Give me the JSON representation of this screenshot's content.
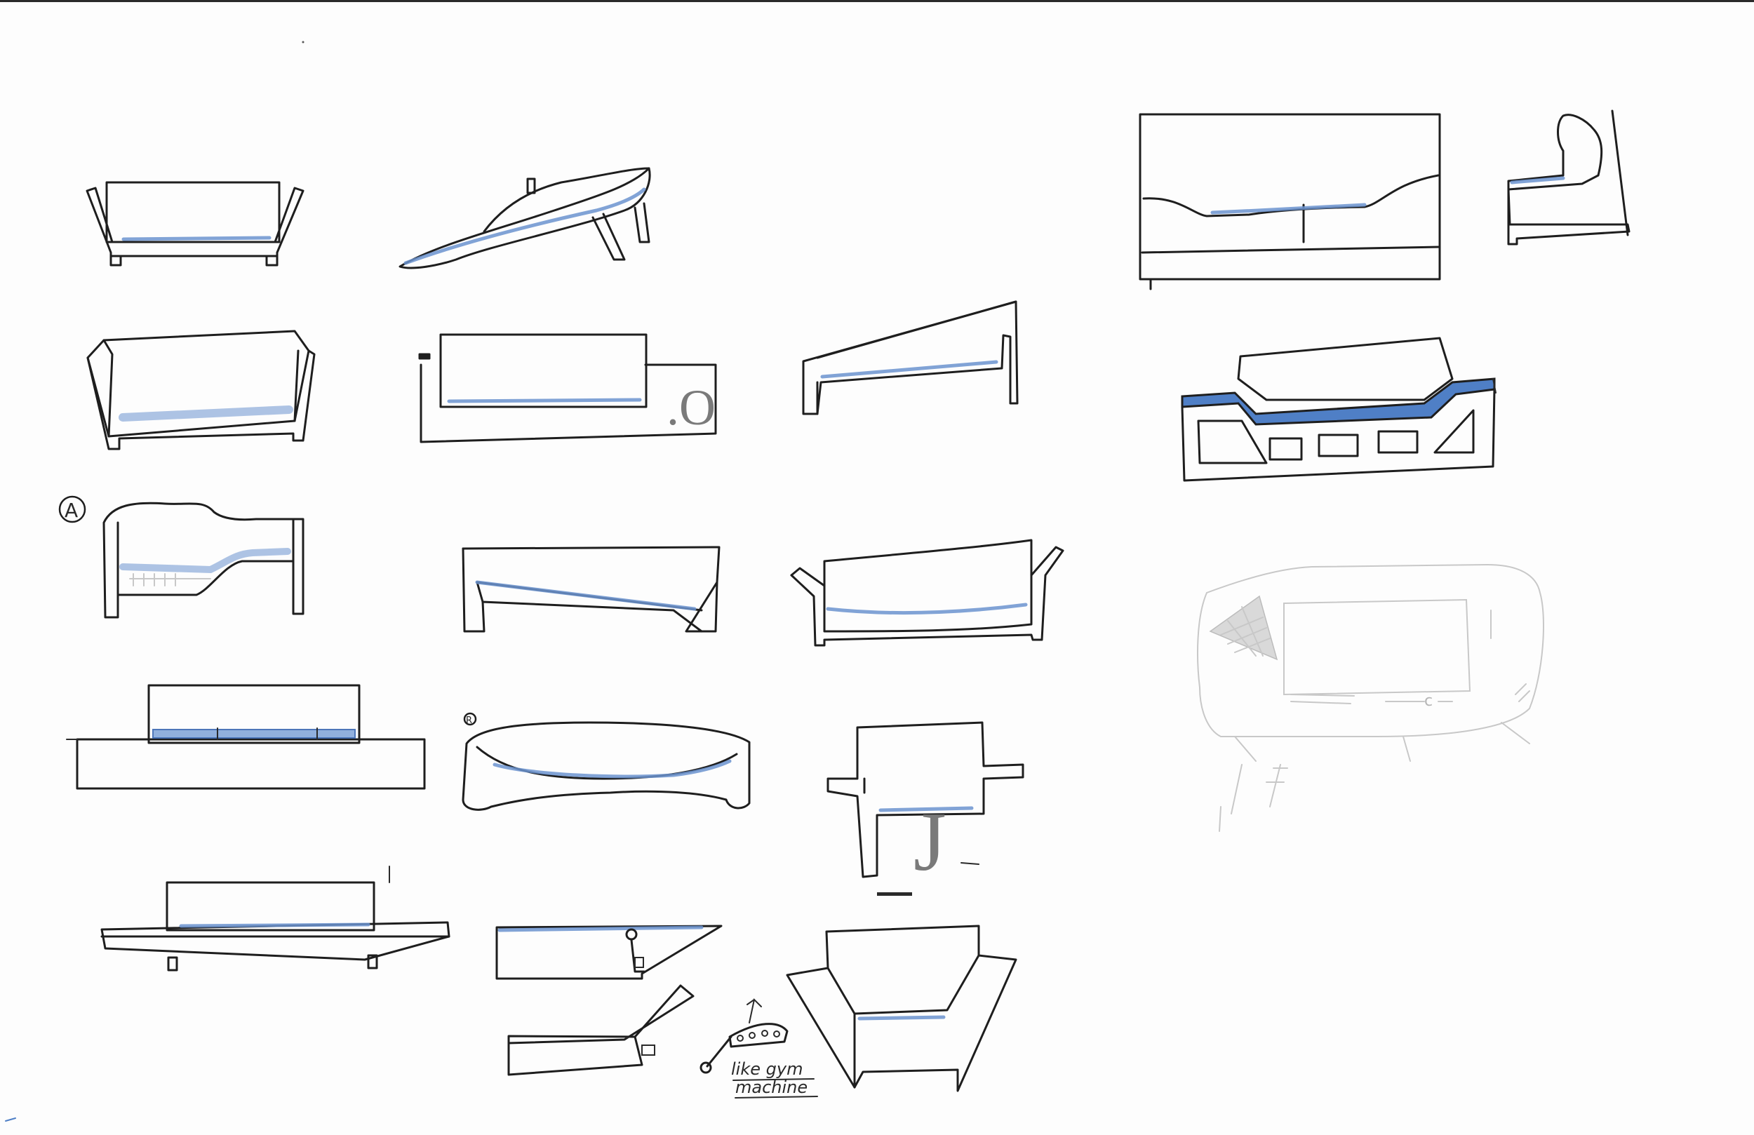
{
  "annotations": {
    "label_a": "A",
    "label_r": "R",
    "note_line1": "like gym",
    "note_line2": "machine",
    "mark_o": ".O",
    "mark_j": "J",
    "mark_c": "c"
  },
  "colors": {
    "ink": "#1e1e1e",
    "seat_blue": "#6b93cf",
    "faint_pencil": "#c8c8c8"
  }
}
